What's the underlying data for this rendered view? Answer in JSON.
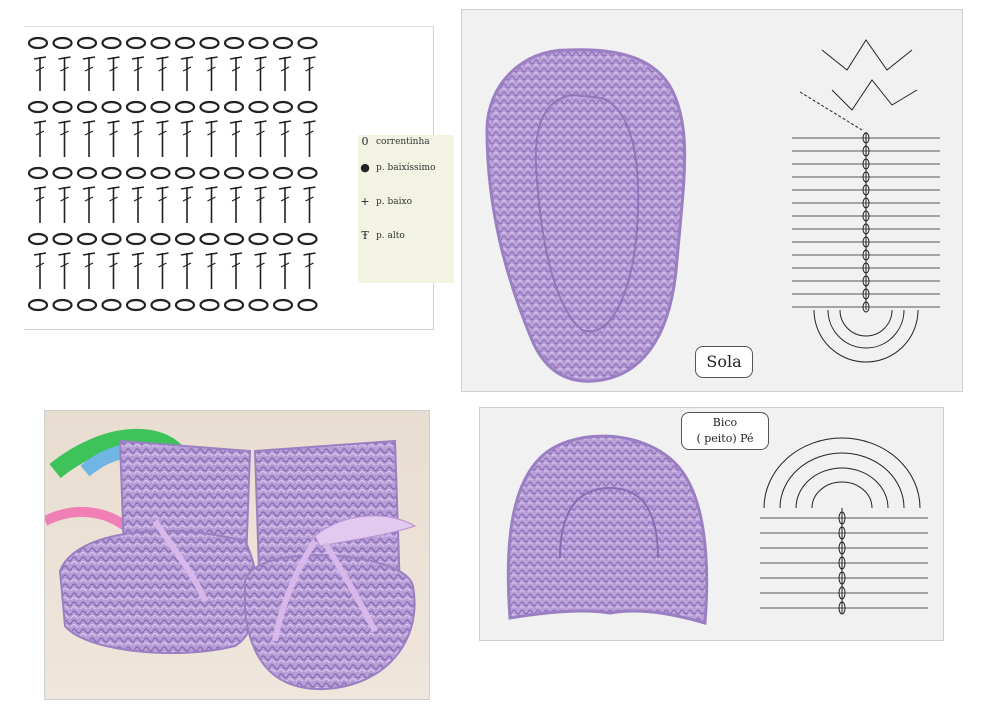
{
  "legend": {
    "items": [
      {
        "symbol": "0",
        "label": "correntinha"
      },
      {
        "symbol": "●",
        "label": "p. baixíssimo"
      },
      {
        "symbol": "+",
        "label": "p. baixo"
      },
      {
        "symbol": "Ŧ",
        "label": "p. alto"
      }
    ]
  },
  "sole": {
    "label": "Sola"
  },
  "toe": {
    "label_line1": "Bico",
    "label_line2": "( peito)  Pé"
  },
  "colors": {
    "yarn": "#b59ad4",
    "yarn_dark": "#8f74b8",
    "ink": "#222222",
    "legend_bg": "#f3f3e4"
  }
}
